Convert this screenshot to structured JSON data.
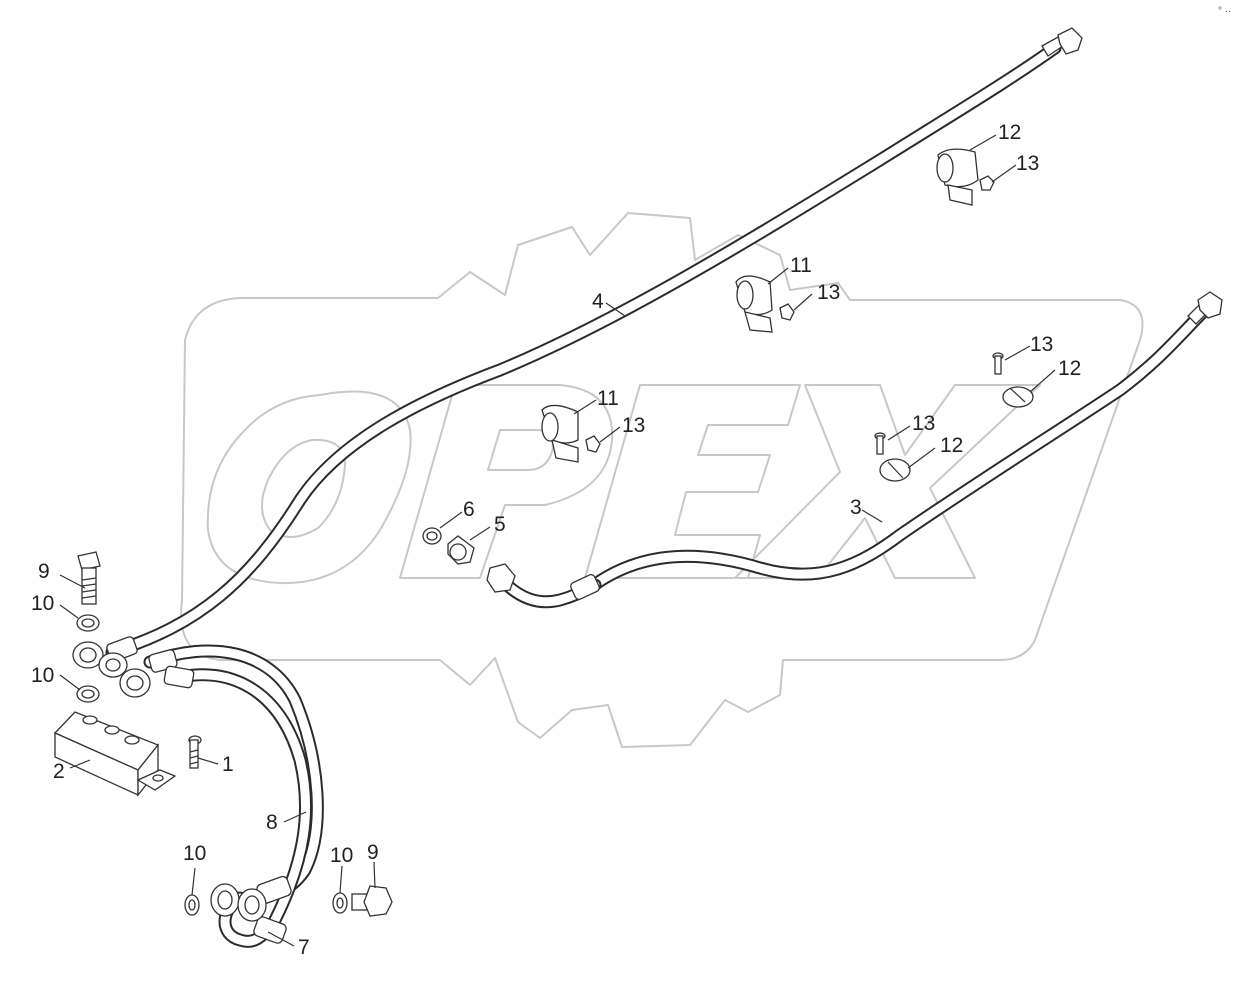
{
  "watermark": {
    "text": "OPEX"
  },
  "corner_mark": "° ··",
  "colors": {
    "line": "#2b2b2b",
    "watermark": "#c8c8c8",
    "background": "#ffffff"
  },
  "callouts": {
    "c1": "1",
    "c2": "2",
    "c3": "3",
    "c4": "4",
    "c5": "5",
    "c6": "6",
    "c7": "7",
    "c8": "8",
    "c9a": "9",
    "c9b": "9",
    "c10a": "10",
    "c10b": "10",
    "c10c": "10",
    "c10d": "10",
    "c11a": "11",
    "c11b": "11",
    "c12a": "12",
    "c12b": "12",
    "c12c": "12",
    "c13a": "13",
    "c13b": "13",
    "c13c": "13",
    "c13d": "13",
    "c13e": "13"
  }
}
